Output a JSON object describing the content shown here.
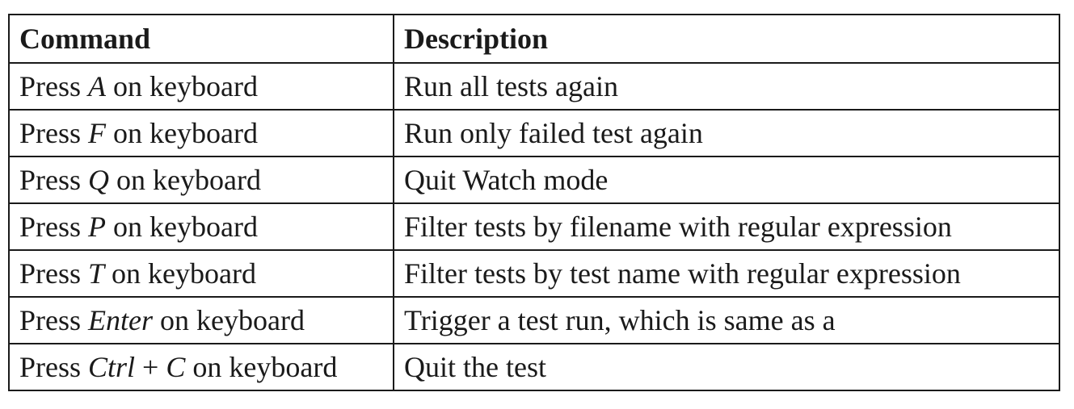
{
  "table": {
    "headers": {
      "command": "Command",
      "description": "Description"
    },
    "rows": [
      {
        "prefix": "Press ",
        "key": "A",
        "suffix": " on keyboard",
        "description": "Run all tests again"
      },
      {
        "prefix": "Press ",
        "key": "F",
        "suffix": " on keyboard",
        "description": "Run only failed test again"
      },
      {
        "prefix": "Press ",
        "key": "Q",
        "suffix": " on keyboard",
        "description": "Quit Watch mode"
      },
      {
        "prefix": "Press ",
        "key": "P",
        "suffix": " on keyboard",
        "description": "Filter tests by filename with regular expression"
      },
      {
        "prefix": "Press ",
        "key": "T",
        "suffix": " on keyboard",
        "description": "Filter tests by test name with regular expression"
      },
      {
        "prefix": "Press ",
        "key": "Enter",
        "suffix": " on keyboard",
        "description": "Trigger a test run, which is same as a"
      },
      {
        "prefix": "Press ",
        "key": "Ctrl",
        "middle": " + ",
        "key2": "C",
        "suffix": " on keyboard",
        "description": "Quit the test"
      }
    ]
  }
}
